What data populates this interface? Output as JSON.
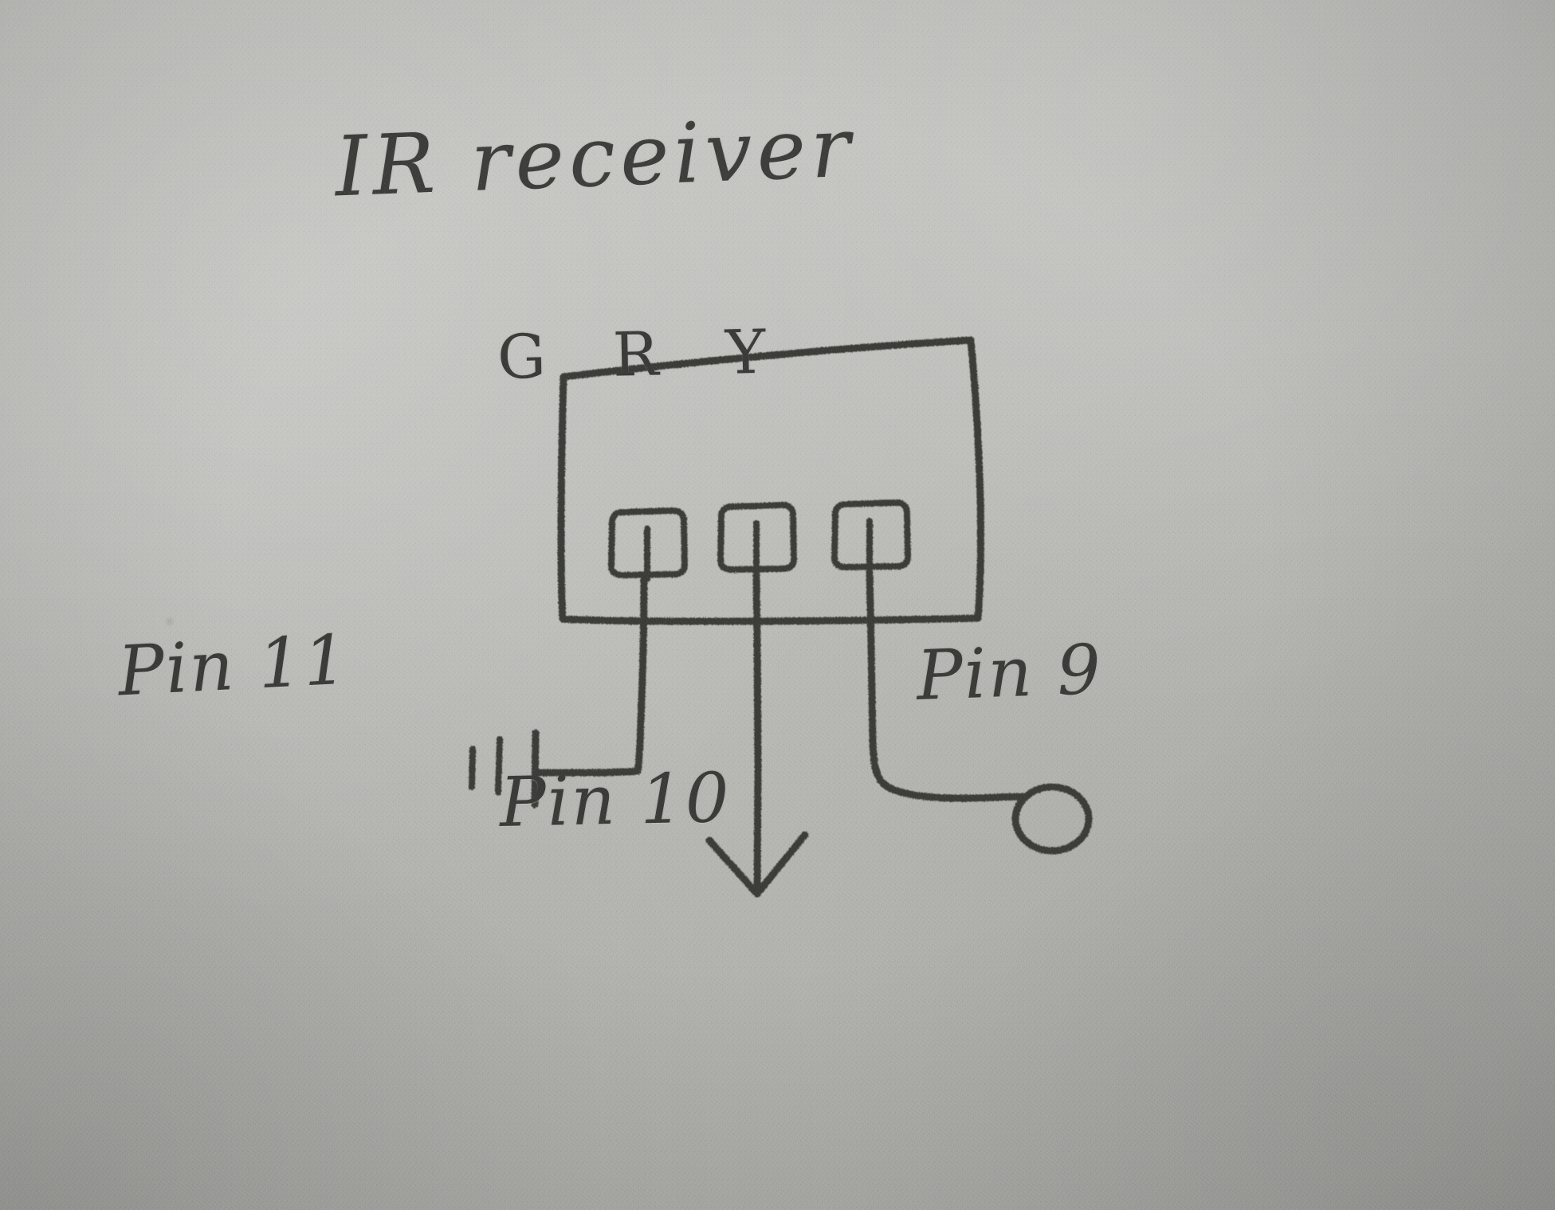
{
  "sketch": {
    "medium": "pencil on gray textured paper",
    "title": "IR receiver",
    "module": {
      "pin_letters": "G  R  Y",
      "pin_letters_expanded": [
        "G",
        "R",
        "Y"
      ],
      "socket_count": 3
    },
    "wires": [
      {
        "id": "wire-g",
        "from_pin_letter": "G",
        "label": "Pin 11",
        "terminator": "hatch-ticks"
      },
      {
        "id": "wire-r",
        "from_pin_letter": "R",
        "label": "Pin 10",
        "terminator": "arrowhead-down"
      },
      {
        "id": "wire-y",
        "from_pin_letter": "Y",
        "label": "Pin 9",
        "terminator": "circle-node"
      }
    ],
    "colors": {
      "paper": "#bcbdb9",
      "graphite": "#3a3a38",
      "graphite_light": "#5a5a57"
    }
  }
}
